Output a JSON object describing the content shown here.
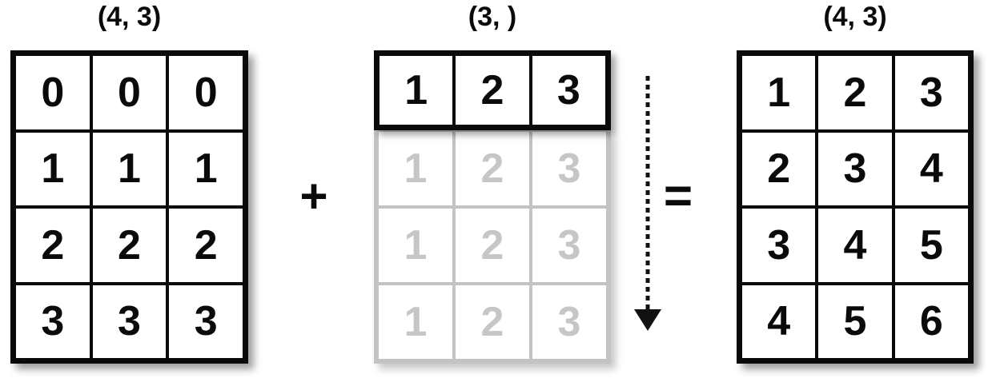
{
  "figure": {
    "operator_plus": "+",
    "operator_equals": "=",
    "arrow": {
      "direction": "down",
      "style": "dotted",
      "meaning": "row broadcast downward"
    },
    "colors": {
      "ink": "#0a0a0a",
      "ghost_text": "#c6c6c6",
      "ghost_line": "#c3c3c3",
      "background": "#ffffff"
    },
    "matrices": {
      "a": {
        "label": "(4, 3)",
        "rows": [
          [
            0,
            0,
            0
          ],
          [
            1,
            1,
            1
          ],
          [
            2,
            2,
            2
          ],
          [
            3,
            3,
            3
          ]
        ]
      },
      "b": {
        "label": "(3, )",
        "solid_row": [
          1,
          2,
          3
        ],
        "ghost_rows": [
          [
            1,
            2,
            3
          ],
          [
            1,
            2,
            3
          ],
          [
            1,
            2,
            3
          ]
        ]
      },
      "c": {
        "label": "(4, 3)",
        "rows": [
          [
            1,
            2,
            3
          ],
          [
            2,
            3,
            4
          ],
          [
            3,
            4,
            5
          ],
          [
            4,
            5,
            6
          ]
        ]
      }
    }
  }
}
